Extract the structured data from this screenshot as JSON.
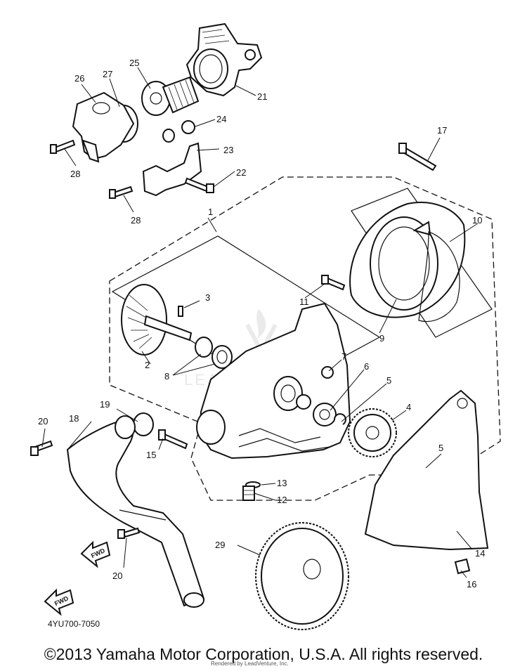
{
  "diagram": {
    "part_numbers": [
      "1",
      "2",
      "3",
      "4",
      "5",
      "5",
      "6",
      "7",
      "8",
      "9",
      "10",
      "11",
      "12",
      "13",
      "14",
      "15",
      "16",
      "17",
      "18",
      "19",
      "20",
      "20",
      "21",
      "22",
      "23",
      "24",
      "25",
      "26",
      "27",
      "28",
      "28",
      "29"
    ],
    "fwd_label": "FWD",
    "drawing_code": "4YU700-7050",
    "watermark_text": "LEADVENTURE"
  },
  "footer": {
    "copyright": "©2013 Yamaha Motor Corporation, U.S.A. All rights reserved.",
    "rendered_by": "Rendered by LeadVenture, Inc."
  }
}
